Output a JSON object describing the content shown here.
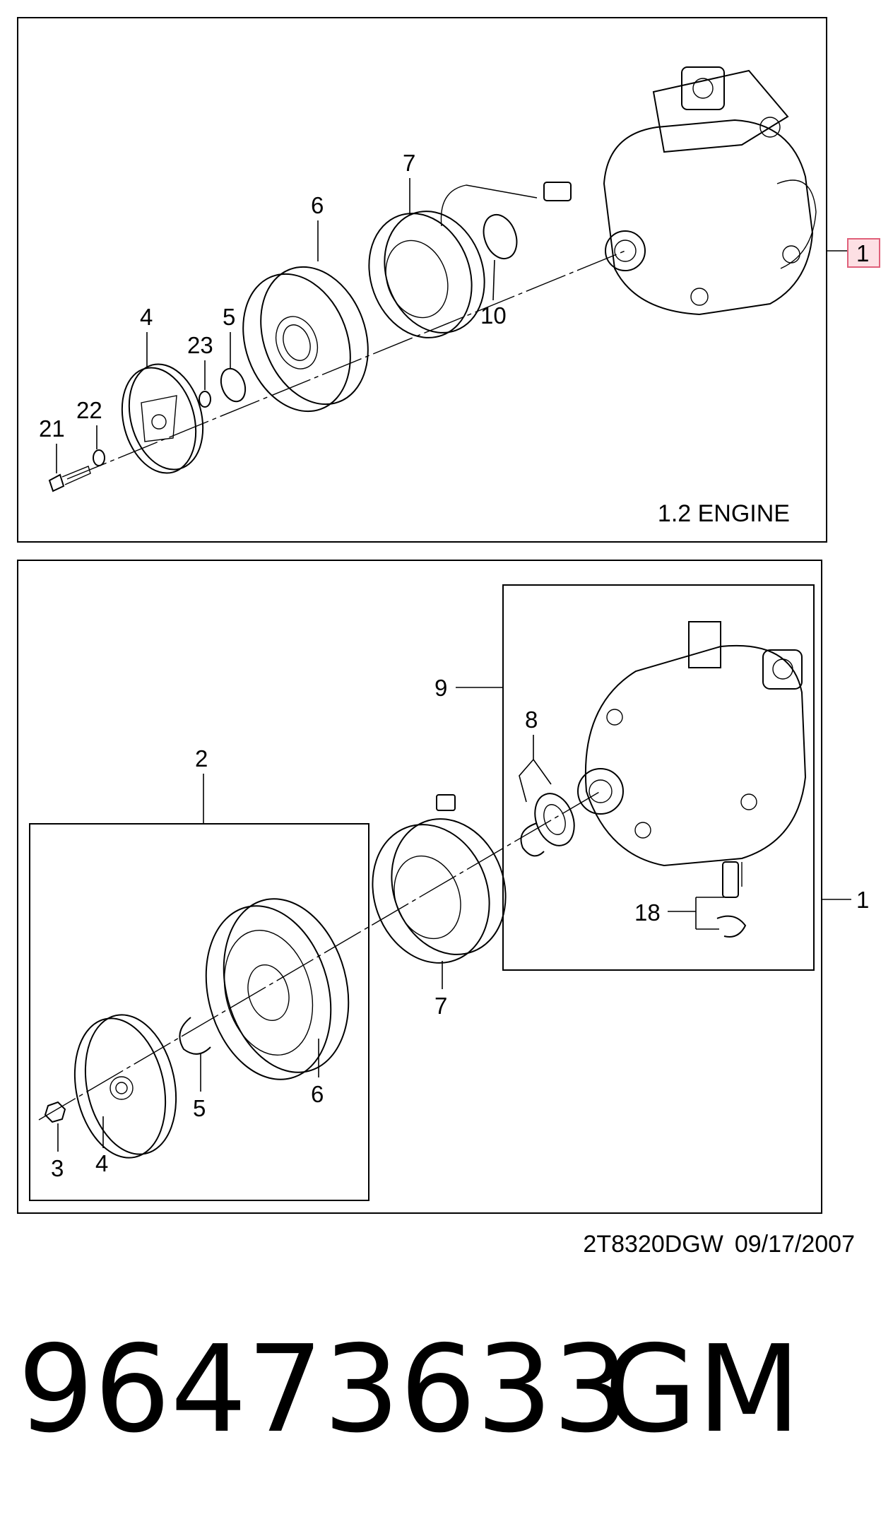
{
  "top_panel": {
    "caption": "1.2 ENGINE",
    "callouts": {
      "c1": "1",
      "c4": "4",
      "c5": "5",
      "c6": "6",
      "c7": "7",
      "c10": "10",
      "c21": "21",
      "c22": "22",
      "c23": "23"
    }
  },
  "bottom_panel": {
    "callouts": {
      "c1": "1",
      "c2": "2",
      "c3": "3",
      "c4": "4",
      "c5": "5",
      "c6": "6",
      "c7": "7",
      "c8": "8",
      "c9": "9",
      "c18": "18"
    }
  },
  "footer": {
    "drawing_code": "2T8320DGW",
    "date": "09/17/2007"
  },
  "part": {
    "number": "96473633",
    "brand": "GM"
  },
  "colors": {
    "highlight_fill": "#fde0e4",
    "highlight_stroke": "#e0607a"
  }
}
